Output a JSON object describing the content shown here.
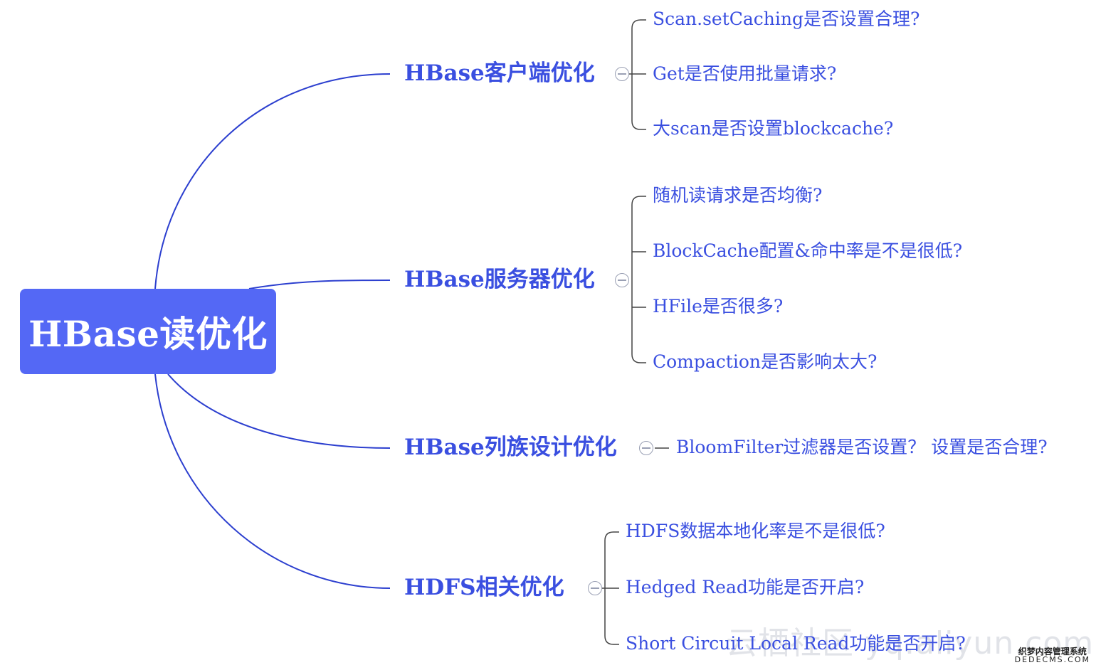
{
  "root": {
    "label": "HBase读优化"
  },
  "branches": [
    {
      "label": "HBase客户端优化",
      "leaves": [
        "Scan.setCaching是否设置合理?",
        "Get是否使用批量请求?",
        "大scan是否设置blockcache?"
      ]
    },
    {
      "label": "HBase服务器优化",
      "leaves": [
        "随机读请求是否均衡?",
        "BlockCache配置&命中率是不是很低?",
        "HFile是否很多?",
        "Compaction是否影响太大?"
      ]
    },
    {
      "label": "HBase列族设计优化",
      "leaves": [
        "BloomFilter过滤器是否设置？ 设置是否合理?"
      ]
    },
    {
      "label": "HDFS相关优化",
      "leaves": [
        "HDFS数据本地化率是不是很低?",
        "Hedged Read功能是否开启?",
        "Short Circuit Local Read功能是否开启?"
      ]
    }
  ],
  "watermark": {
    "text": "云栖社区 yq.aliyun.com"
  },
  "corner_mark": {
    "line1": "织梦内容管理系统",
    "line2": "DEDECMS.COM"
  },
  "colors": {
    "root_fill": "#5468f5",
    "branch_text": "#3a4fe0",
    "connector": "#2c3fcf",
    "leaf_bracket": "#444444"
  }
}
